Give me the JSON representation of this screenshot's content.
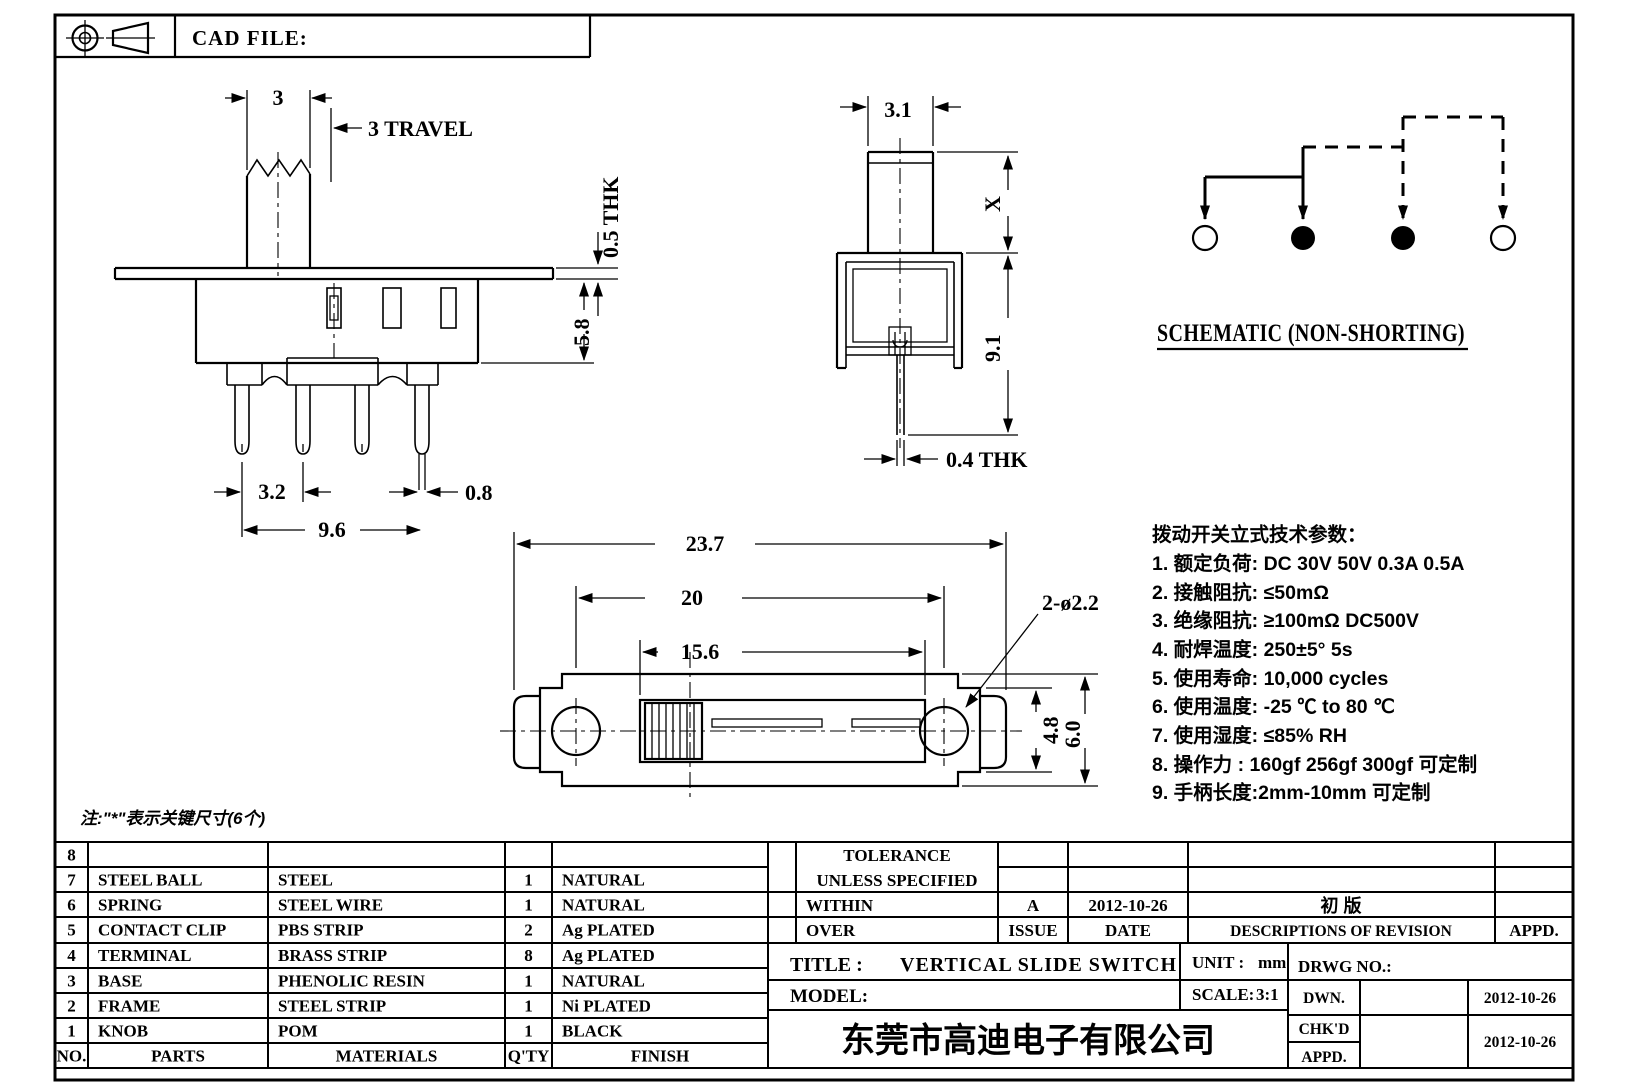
{
  "sheet": {
    "cad_file_label": "CAD FILE:",
    "note": "注:\"*\"表示关键尺寸(6个)"
  },
  "front_view": {
    "dim_knob_width": "3",
    "dim_travel": "3 TRAVEL",
    "dim_flange_thickness": "0.5 THK",
    "dim_body_height": "5.8",
    "dim_pin_pitch": "3.2",
    "dim_pin_width": "0.8",
    "dim_pin_span": "9.6"
  },
  "side_view": {
    "dim_knob_width": "3.1",
    "dim_handle_height": "X",
    "dim_total_height": "9.1",
    "dim_terminal_thickness": "0.4 THK"
  },
  "top_view": {
    "dim_overall_length": "23.7",
    "dim_hole_pitch": "20",
    "dim_slot_length": "15.6",
    "dim_mounting_holes": "2-ø2.2",
    "dim_inner_width": "4.8",
    "dim_outer_width": "6.0"
  },
  "schematic": {
    "title": "SCHEMATIC (NON-SHORTING)"
  },
  "tech_params": {
    "title": "拨动开关立式技术参数：",
    "items": [
      "1.  额定负荷: DC 30V    50V    0.3A    0.5A",
      "2.  接触阻抗:  ≤50mΩ",
      "3.  绝缘阻抗:  ≥100mΩ   DC500V",
      "4.  耐焊温度: 250±5°  5s",
      "5.  使用寿命: 10,000 cycles",
      "6.  使用温度: -25 ℃  to 80 ℃",
      "7.  使用湿度:  ≤85% RH",
      "8.  操作力 : 160gf    256gf    300gf  可定制",
      "9.  手柄长度:2mm-10mm  可定制"
    ]
  },
  "parts_table": {
    "headers": [
      "NO.",
      "PARTS",
      "MATERIALS",
      "Q'TY",
      "FINISH"
    ],
    "rows": [
      [
        "8",
        "",
        "",
        "",
        ""
      ],
      [
        "7",
        "STEEL BALL",
        "STEEL",
        "1",
        "NATURAL"
      ],
      [
        "6",
        "SPRING",
        "STEEL WIRE",
        "1",
        "NATURAL"
      ],
      [
        "5",
        "CONTACT CLIP",
        "PBS STRIP",
        "2",
        "Ag PLATED"
      ],
      [
        "4",
        "TERMINAL",
        "BRASS STRIP",
        "8",
        "Ag PLATED"
      ],
      [
        "3",
        "BASE",
        "PHENOLIC RESIN",
        "1",
        "NATURAL"
      ],
      [
        "2",
        "FRAME",
        "STEEL STRIP",
        "1",
        "Ni PLATED"
      ],
      [
        "1",
        "KNOB",
        "POM",
        "1",
        "BLACK"
      ]
    ]
  },
  "title_block": {
    "tolerance_line1": "TOLERANCE",
    "tolerance_line2": "UNLESS  SPECIFIED",
    "within_label": "WITHIN",
    "over_label": "OVER",
    "issue_value": "A",
    "issue_label": "ISSUE",
    "date_value": "2012-10-26",
    "date_label": "DATE",
    "revision_description": "初  版",
    "revision_header": "DESCRIPTIONS OF REVISION",
    "appd_header": "APPD.",
    "title_label": "TITLE :",
    "title_value": "VERTICAL SLIDE SWITCH",
    "unit_label": "UNIT :",
    "unit_value": "mm",
    "drwg_no_label": "DRWG NO.:",
    "model_label": "MODEL:",
    "scale_label": "SCALE:",
    "scale_value": "3:1",
    "dwn_label": "DWN.",
    "dwn_date": "2012-10-26",
    "chkd_label": "CHK'D",
    "appd_label": "APPD.",
    "approve_date": "2012-10-26",
    "company": "东莞市高迪电子有限公司"
  }
}
